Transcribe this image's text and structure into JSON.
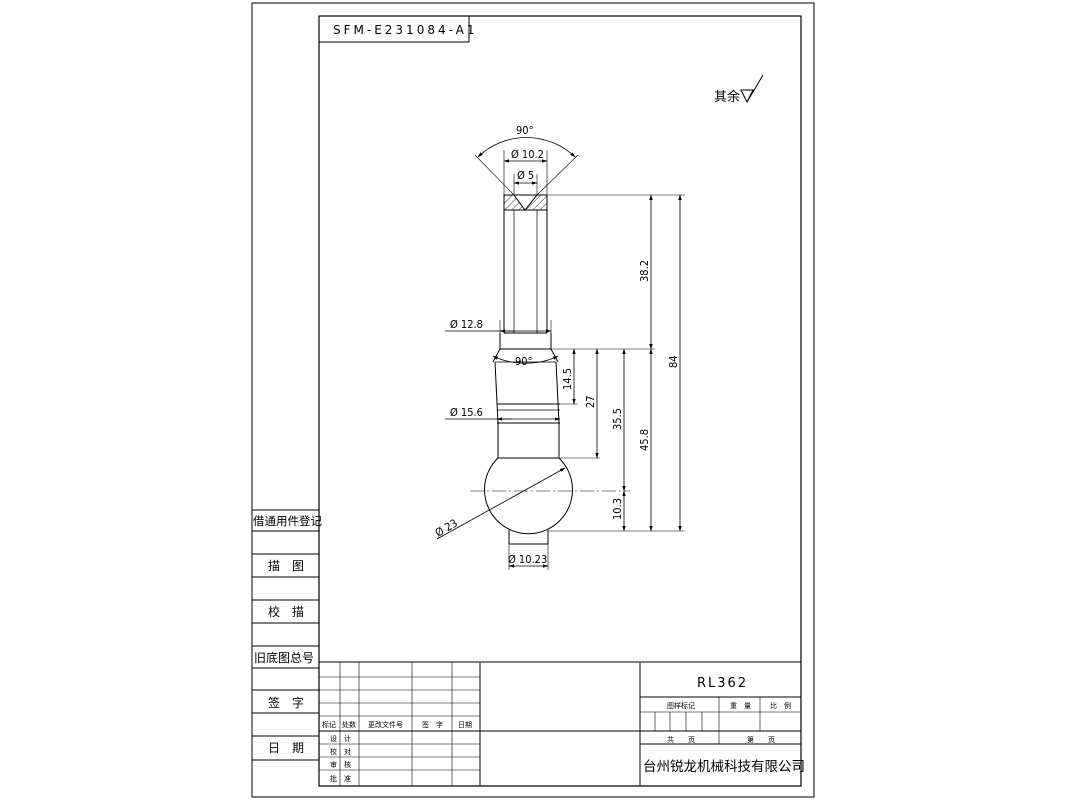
{
  "drawing_number": "SFM-E231084-A1",
  "surface_finish_note": "其余",
  "side_panel": {
    "registry_label": "借通用件登记",
    "trace_label": "描　图",
    "check_trace_label": "校　描",
    "old_base_label": "旧底图总号",
    "signature_label": "签　字",
    "date_label": "日　期"
  },
  "dimensions": {
    "top_angle": "90°",
    "top_outer_dia": "Ø 10.2",
    "top_inner_dia": "Ø 5",
    "len_38_2": "38.2",
    "len_84": "84",
    "dia_12_8": "Ø 12.8",
    "mid_angle": "90°",
    "len_14_5": "14.5",
    "len_27": "27",
    "dia_15_6": "Ø 15.6",
    "len_35_5": "35.5",
    "len_45_8": "45.8",
    "ball_dia": "Ø 23",
    "len_10_3": "10.3",
    "bottom_dia": "Ø 10.23"
  },
  "title_block": {
    "part_name": "RL362",
    "col_mark": "标记",
    "col_count": "处数",
    "col_doc": "更改文件号",
    "col_sign": "签　字",
    "col_date": "日期",
    "row_design": "设　计",
    "row_check": "校　对",
    "row_review": "审　核",
    "row_approve": "批　准",
    "stage_mark": "图样标记",
    "weight": "重　量",
    "scale": "比　例",
    "total_sheets": "共　　页",
    "sheet_no": "第　　页",
    "company": "台州锐龙机械科技有限公司"
  }
}
